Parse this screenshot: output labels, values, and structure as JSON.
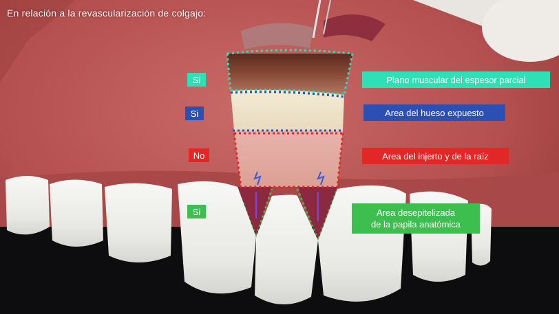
{
  "caption": "En relación a la revascularización de colgajo:",
  "colors": {
    "teal": "#2fe0b6",
    "blue": "#2b4fb3",
    "red": "#e32626",
    "green": "#3cbf4e"
  },
  "markers": [
    {
      "answer": "Si",
      "label": "Plano muscular del espesor parcial",
      "color": "teal",
      "label_lines": []
    },
    {
      "answer": "Si",
      "label": "Area del hueso expuesto",
      "color": "blue",
      "label_lines": []
    },
    {
      "answer": "No",
      "label": "Area del injerto y de la raíz",
      "color": "red",
      "label_lines": []
    },
    {
      "answer": "Si",
      "label": "",
      "color": "green",
      "label_lines": [
        "Area desepitelizada",
        "de la papila anatómica"
      ]
    }
  ]
}
